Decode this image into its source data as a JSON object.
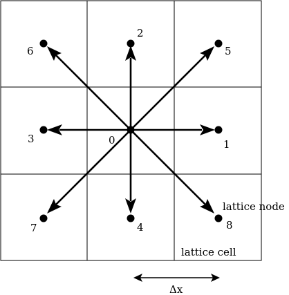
{
  "diagram": {
    "node_labels": {
      "n0": "0",
      "n1": "1",
      "n2": "2",
      "n3": "3",
      "n4": "4",
      "n5": "5",
      "n6": "6",
      "n7": "7",
      "n8": "8"
    },
    "lattice_node_label": "lattice node",
    "lattice_cell_label": "lattice cell",
    "spacing_label": "Δx"
  }
}
